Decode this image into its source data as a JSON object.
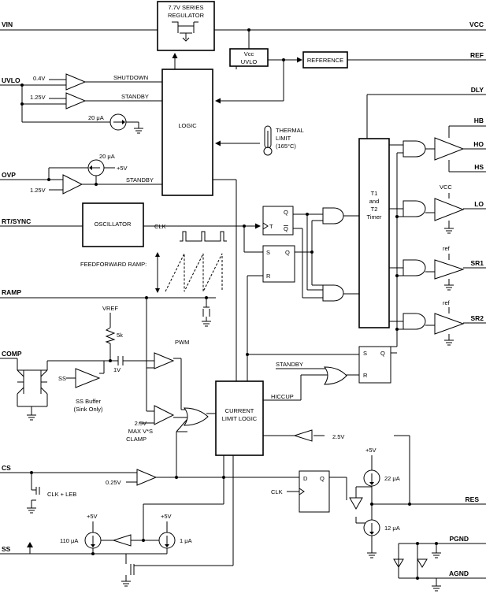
{
  "pins": {
    "vin": "VIN",
    "vcc": "VCC",
    "ref": "REF",
    "uvlo": "UVLO",
    "dly": "DLY",
    "hb": "HB",
    "ho": "HO",
    "hs": "HS",
    "ovp": "OVP",
    "rt_sync": "RT/SYNC",
    "lo": "LO",
    "sr1": "SR1",
    "sr2": "SR2",
    "ramp": "RAMP",
    "comp": "COMP",
    "cs": "CS",
    "res": "RES",
    "ss": "SS",
    "pgnd": "PGND",
    "agnd": "AGND"
  },
  "blocks": {
    "regulator_line1": "7.7V  SERIES",
    "regulator_line2": "REGULATOR",
    "uvlo_line1": "Vcc",
    "uvlo_line2": "UVLO",
    "reference": "REFERENCE",
    "logic": "LOGIC",
    "oscillator": "OSCILLATOR",
    "timer_line1": "T1",
    "timer_line2": "and",
    "timer_line3": "T2",
    "timer_line4": "Timer",
    "climit_line1": "CURRENT",
    "climit_line2": "LIMIT LOGIC",
    "ss_buffer_line1": "SS Buffer",
    "ss_buffer_line2": "(Sink Only)"
  },
  "labels": {
    "v04": "0.4V",
    "v125a": "1.25V",
    "shutdown": "SHUTDOWN",
    "standby1": "STANDBY",
    "i20a": "20 μA",
    "i20b": "20 μA",
    "plus5a": "+5V",
    "v125b": "1.25V",
    "standby2": "STANDBY",
    "thermal1": "THERMAL",
    "thermal2": "LIMIT",
    "thermal3": "(165°C)",
    "clk1": "CLK",
    "ff_ramp": "FEEDFORWARD  RAMP:",
    "vcc_lo": "VCC",
    "ref_sr1": "ref",
    "ref_sr2": "ref",
    "vref": "VREF",
    "r5k": "5k",
    "v1": "1V",
    "pwm": "PWM",
    "ss_in": "SS",
    "v25a": "2.5V",
    "maxvs": "MAX V*S",
    "clamp": "CLAMP",
    "standby3": "STANDBY",
    "hiccup": "HICCUP",
    "v25b": "2.5V",
    "v025": "0.25V",
    "clk_leb": "CLK + LEB",
    "clk2": "CLK",
    "plus5b": "+5V",
    "i22": "22 μA",
    "i12": "12 μA",
    "plus5c": "+5V",
    "plus5d": "+5V",
    "i110": "110 μA",
    "i1": "1 μA",
    "ff_t": "T",
    "ff_q1": "Q",
    "ff_qb": "Q",
    "ff_s1": "S",
    "ff_q2": "Q",
    "ff_r1": "R",
    "ff_s2": "S",
    "ff_q3": "Q",
    "ff_r2": "R",
    "ff_d": "D",
    "ff_q4": "Q"
  }
}
